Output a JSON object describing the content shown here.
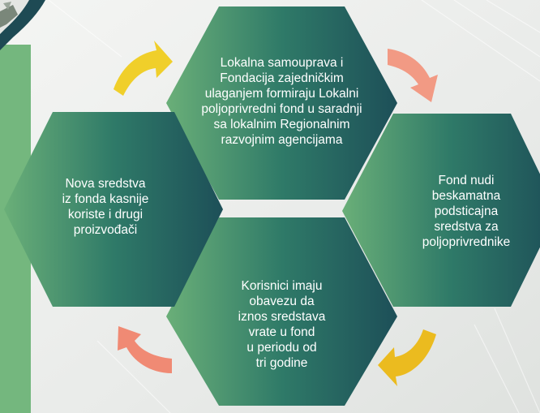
{
  "diagram": {
    "steps": [
      {
        "id": "top",
        "lines": [
          "Lokalna samouprava i",
          "Fondacija zajedničkim",
          "ulaganjem formiraju Lokalni",
          "poljoprivredni fond u saradnji",
          "sa lokalnim Regionalnim",
          "razvojnim agencijama"
        ]
      },
      {
        "id": "right",
        "lines": [
          "Fond nudi",
          "beskamatna",
          "podsticajna",
          "sredstva za",
          "poljoprivrednike"
        ]
      },
      {
        "id": "bottom",
        "lines": [
          "Korisnici imaju",
          "obavezu da",
          "iznos sredstava",
          "vrate u fond",
          "u periodu od",
          "tri godine"
        ]
      },
      {
        "id": "left",
        "lines": [
          "Nova sredstva",
          "iz fonda kasnije",
          "koriste i drugi",
          "proizvođači"
        ]
      }
    ],
    "arrows": [
      {
        "id": "top-left",
        "color": "#f0cf2a"
      },
      {
        "id": "top-right",
        "color": "#f29a84"
      },
      {
        "id": "bottom-right",
        "color": "#ebbb1f"
      },
      {
        "id": "bottom-left",
        "color": "#f08a74"
      }
    ],
    "colors": {
      "hex_light": "#6aaf78",
      "hex_dark": "#1d4f58",
      "stripe": "#74b77e",
      "frame": "#1e4a54",
      "background": "#eef0ee"
    }
  }
}
